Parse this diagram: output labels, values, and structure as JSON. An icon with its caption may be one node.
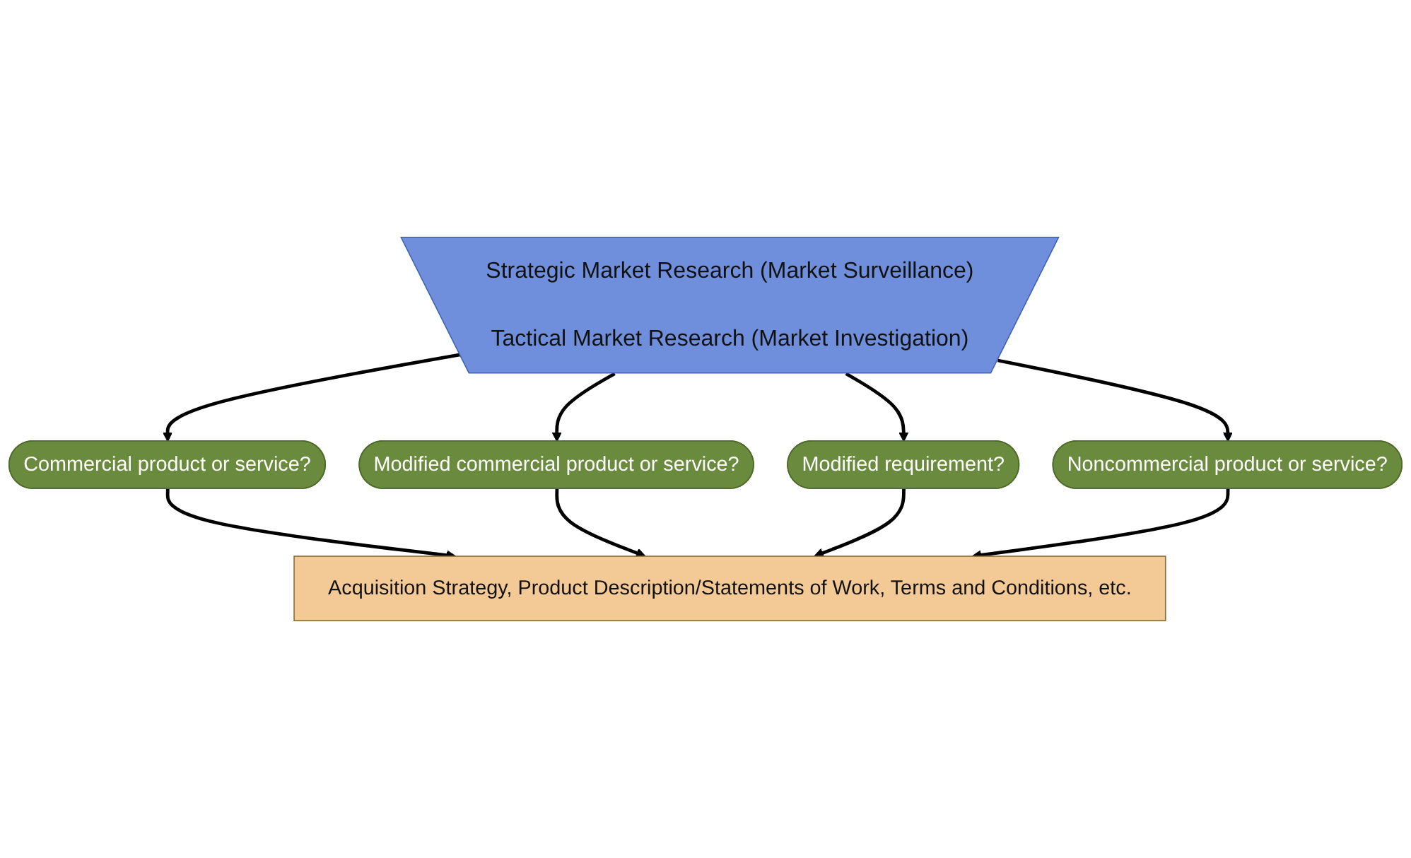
{
  "diagram": {
    "nodes": [
      {
        "text": [
          "Strategic Market Research (Market Surveillance)",
          "Tactical Market Research (Market Investigation)"
        ]
      },
      {
        "text": [
          "Commercial product or service?"
        ]
      },
      {
        "text": [
          "Modified commercial product or service?"
        ]
      },
      {
        "text": [
          "Modified requirement?"
        ]
      },
      {
        "text": [
          "Noncommercial product or service?"
        ]
      },
      {
        "text": [
          "Acquisition Strategy, Product Description/Statements of Work, Terms and Conditions, etc."
        ]
      }
    ],
    "edges": [
      {
        "from": 0,
        "to": 1,
        "arrow": "to"
      },
      {
        "from": 0,
        "to": 2,
        "arrow": "to"
      },
      {
        "from": 0,
        "to": 3,
        "arrow": "to"
      },
      {
        "from": 0,
        "to": 4,
        "arrow": "to"
      },
      {
        "from": 1,
        "to": 5,
        "arrow": "to"
      },
      {
        "from": 2,
        "to": 5,
        "arrow": "to"
      },
      {
        "from": 3,
        "to": 5,
        "arrow": "to"
      },
      {
        "from": 4,
        "to": 5,
        "arrow": "to"
      }
    ]
  }
}
